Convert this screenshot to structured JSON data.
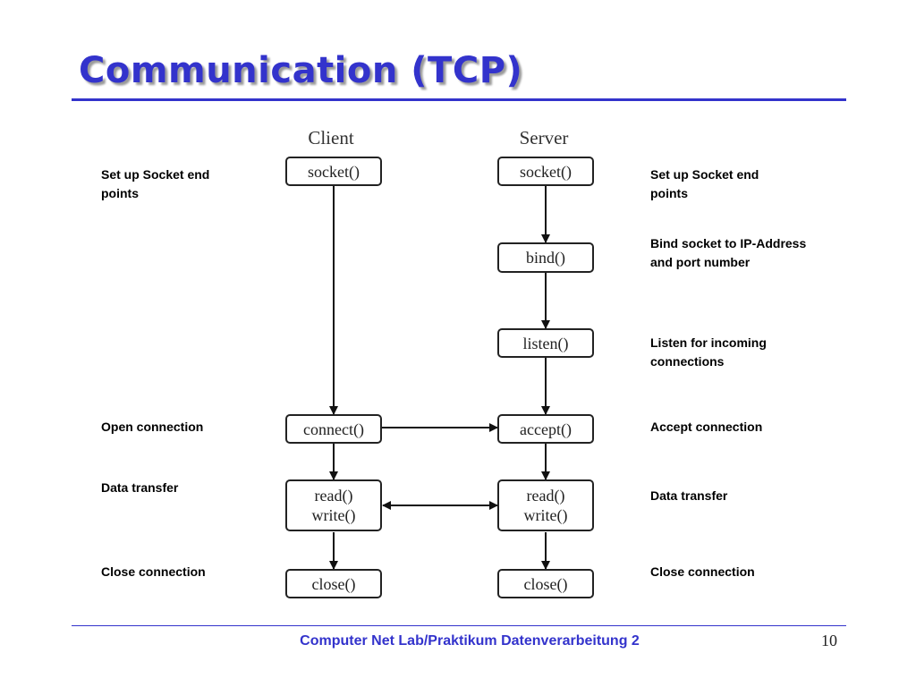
{
  "slide": {
    "title": "Communication (TCP)",
    "footer": "Computer Net Lab/Praktikum Datenverarbeitung 2",
    "page_number": "10",
    "accent_color": "#3333cc"
  },
  "diagram": {
    "client_heading": "Client",
    "server_heading": "Server",
    "client": {
      "socket": "socket()",
      "connect": "connect()",
      "read": "read()",
      "write": "write()",
      "close": "close()"
    },
    "server": {
      "socket": "socket()",
      "bind": "bind()",
      "listen": "listen()",
      "accept": "accept()",
      "read": "read()",
      "write": "write()",
      "close": "close()"
    }
  },
  "notes": {
    "left": {
      "setup": "Set up Socket end points",
      "open": "Open connection",
      "transfer": "Data transfer",
      "close": "Close connection"
    },
    "right": {
      "setup": "Set up Socket end points",
      "bind": "Bind socket to IP-Address and port number",
      "listen": "Listen for incoming connections",
      "accept": "Accept connection",
      "transfer": "Data transfer",
      "close": "Close connection"
    }
  }
}
